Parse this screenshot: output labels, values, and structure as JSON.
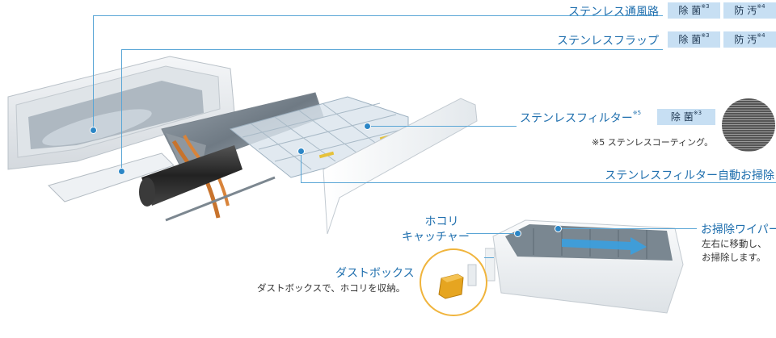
{
  "labels": {
    "duct": "ステンレス通風路",
    "flap": "ステンレスフラップ",
    "filter": "ステンレスフィルター",
    "filter_note_mark": "※5",
    "filter_auto": "ステンレスフィルター自動お掃除",
    "dust_catcher_line1": "ホコリ",
    "dust_catcher_line2": "キャッチャー",
    "wiper": "お掃除ワイパー",
    "dustbox": "ダストボックス"
  },
  "badges": {
    "sterilize": "除 菌",
    "antifouling": "防 汚",
    "note3": "※3",
    "note4": "※4"
  },
  "notes": {
    "coating": "※5 ステンレスコーティング。",
    "wiper_desc_line1": "左右に移動し、",
    "wiper_desc_line2": "お掃除します。",
    "dustbox_desc": "ダストボックスで、ホコリを収納。"
  },
  "colors": {
    "label_blue": "#1f6fae",
    "badge_bg": "#c7dff3",
    "leader_line": "#5aa6d6",
    "accent_orange": "#e39a1a",
    "circle_orange": "#f0b43c"
  }
}
